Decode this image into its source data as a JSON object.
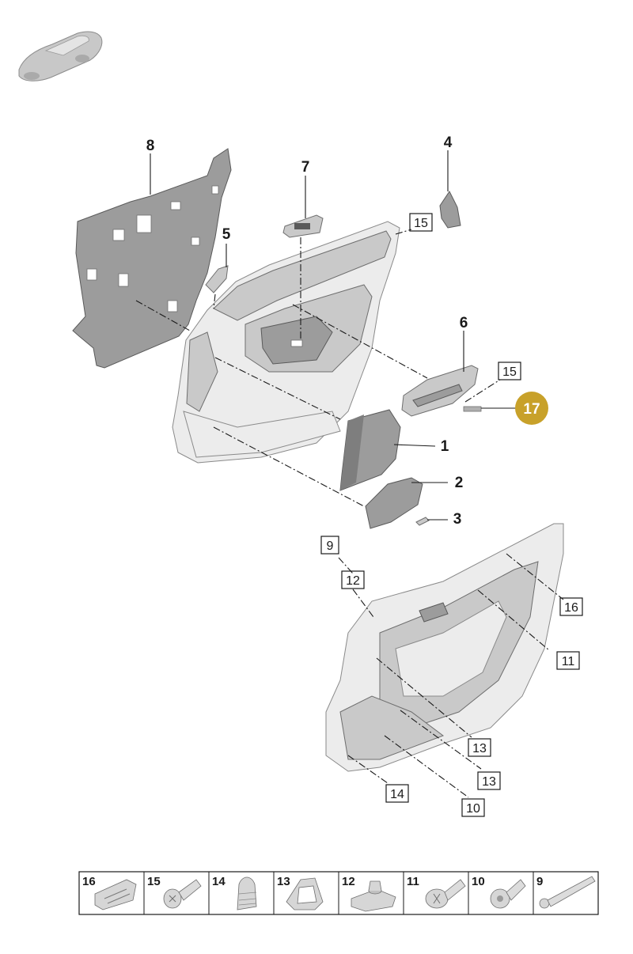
{
  "callouts": {
    "p1": "1",
    "p2": "2",
    "p3": "3",
    "p4": "4",
    "p5": "5",
    "p6": "6",
    "p7": "7",
    "p8": "8",
    "p9": "9",
    "p10": "10",
    "p11": "11",
    "p12": "12",
    "p13a": "13",
    "p13b": "13",
    "p14": "14",
    "p15a": "15",
    "p15b": "15",
    "p16": "16",
    "p17": "17"
  },
  "hardware": [
    "16",
    "15",
    "14",
    "13",
    "12",
    "11",
    "10",
    "9"
  ],
  "colors": {
    "highlight": "#c8a12a",
    "highlight_text": "#ffffff"
  }
}
